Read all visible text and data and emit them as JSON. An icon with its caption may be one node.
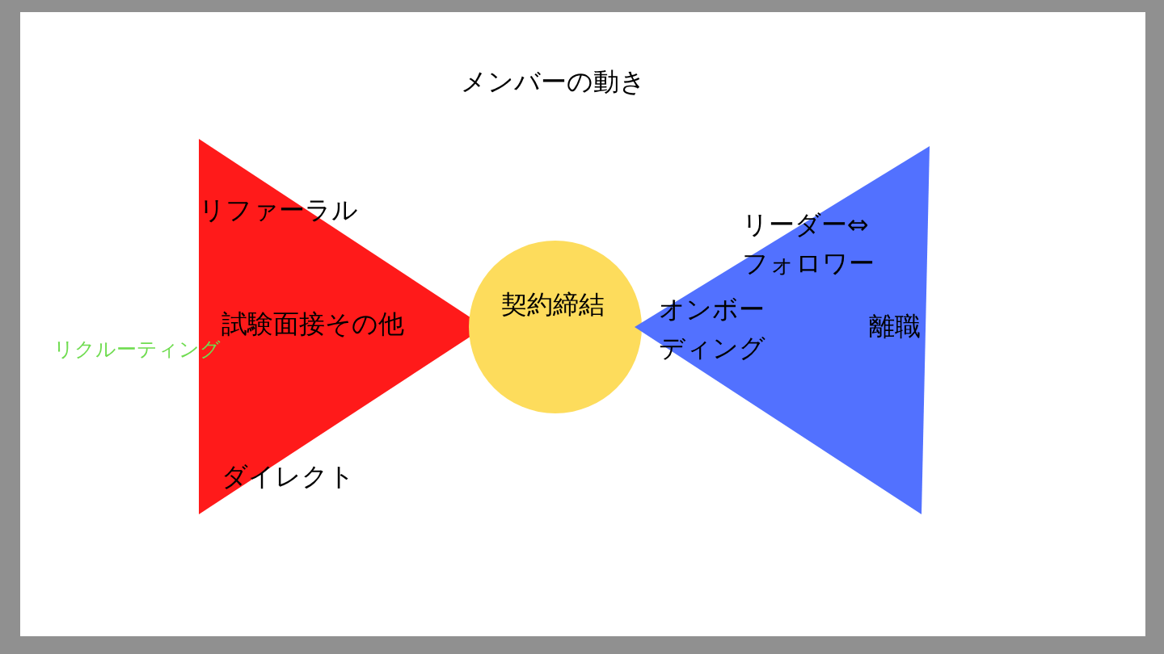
{
  "diagram": {
    "title": "メンバーの動き",
    "nodes": [
      {
        "text": [
          "リファーラル",
          "試験面接その他",
          "ダイレクト"
        ]
      },
      {
        "text": [
          "契約締結"
        ]
      },
      {
        "text": [
          "リーダー⇔フォロワー",
          "オンボーディング",
          "離職"
        ]
      }
    ],
    "labels": [
      "リクルーティング"
    ]
  }
}
